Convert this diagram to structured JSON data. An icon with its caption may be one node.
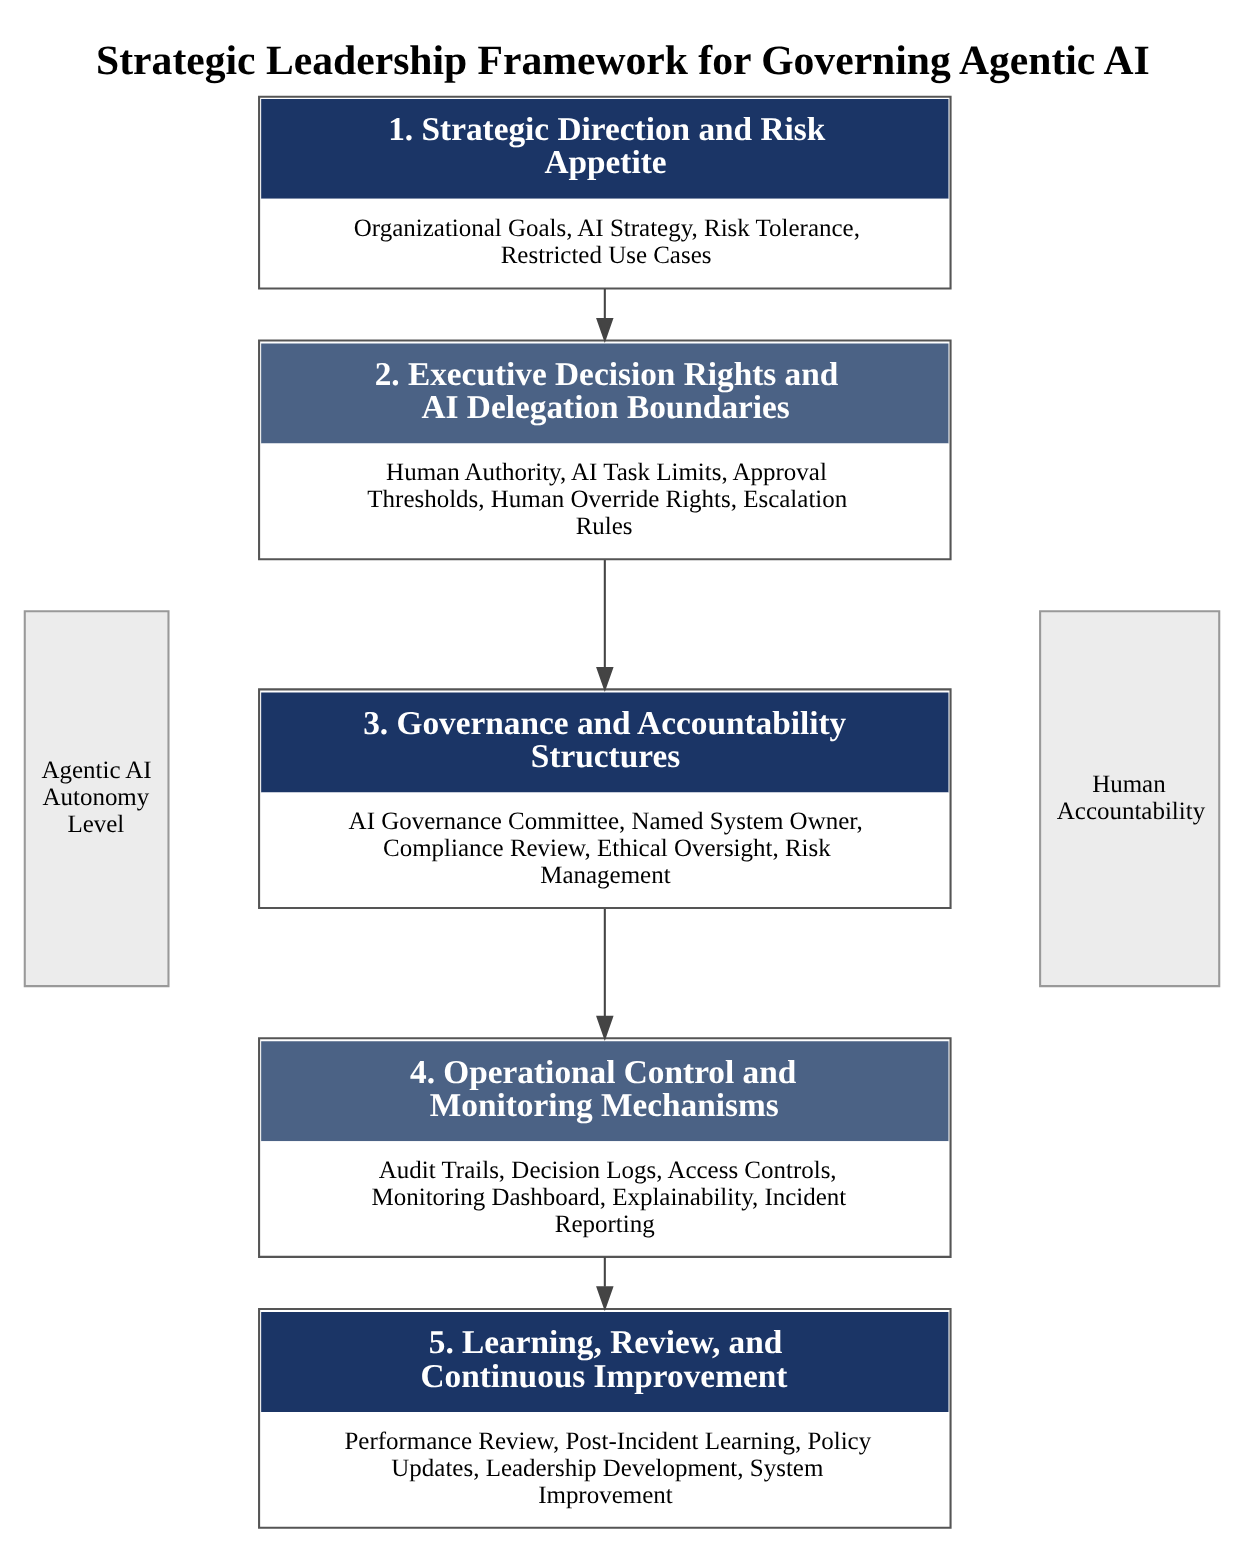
{
  "diagram": {
    "title": "Strategic Leadership Framework for Governing Agentic AI",
    "nodes": [
      {
        "text": [
          "Agentic AI Autonomy Level"
        ]
      },
      {
        "text": [
          "1. Strategic Direction and Risk Appetite",
          "Organizational Goals, AI Strategy, Risk Tolerance, Restricted Use Cases"
        ]
      },
      {
        "text": [
          "2. Executive Decision Rights and AI Delegation Boundaries",
          "Human Authority, AI Task Limits, Approval Thresholds, Human Override Rights, Escalation Rules"
        ]
      },
      {
        "text": [
          "3. Governance and Accountability Structures",
          "AI Governance Committee, Named System Owner, Compliance Review, Ethical Oversight, Risk Management"
        ]
      },
      {
        "text": [
          "4. Operational Control and Monitoring Mechanisms",
          "Audit Trails, Decision Logs, Access Controls, Monitoring Dashboard, Explainability, Incident Reporting"
        ]
      },
      {
        "text": [
          "5. Learning, Review, and Continuous Improvement",
          "Performance Review, Post-Incident Learning, Policy Updates, Leadership Development, System Improvement"
        ]
      },
      {
        "text": [
          "Human Accountability"
        ]
      }
    ],
    "edges": [
      {
        "from": 1,
        "to": 2,
        "arrow": "to"
      },
      {
        "from": 2,
        "to": 3,
        "arrow": "to"
      },
      {
        "from": 3,
        "to": 4,
        "arrow": "to"
      },
      {
        "from": 4,
        "to": 5,
        "arrow": "to"
      }
    ]
  }
}
